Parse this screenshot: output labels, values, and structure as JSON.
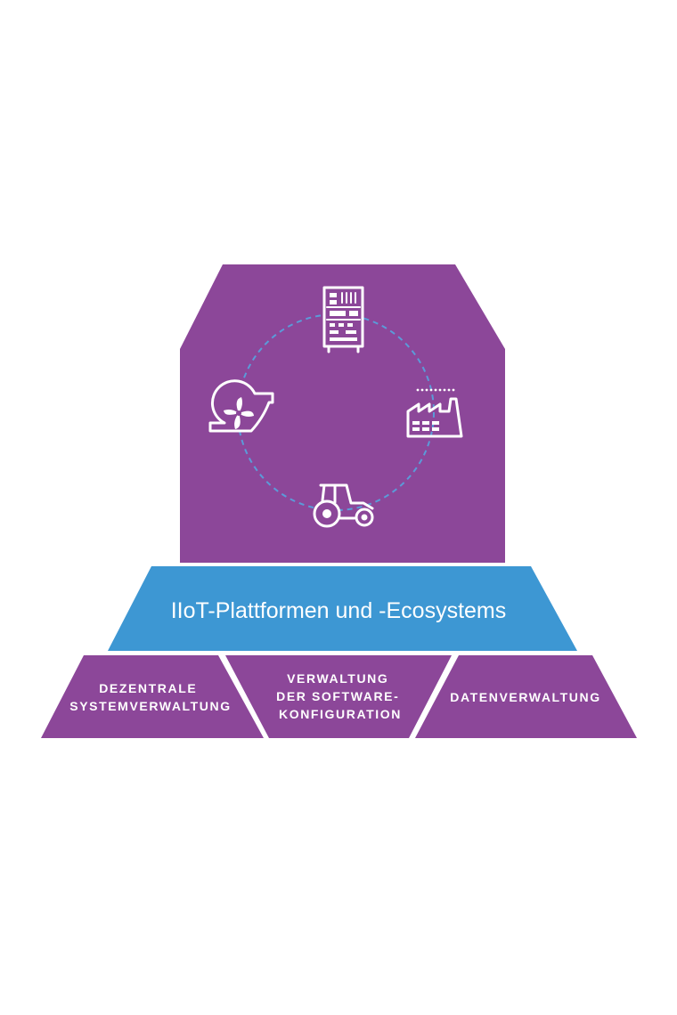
{
  "colors": {
    "purple": "#8c4799",
    "blue": "#3d97d3",
    "white": "#ffffff",
    "dashed_circle": "#5b9bd9"
  },
  "icons": {
    "top": "server-rack-icon",
    "right": "factory-icon",
    "bottom": "tractor-icon",
    "left": "turbine-icon"
  },
  "platform": {
    "label": "IIoT-Plattformen und -Ecosystems"
  },
  "pillars": [
    {
      "lines": [
        "DEZENTRALE",
        "SYSTEMVERWALTUNG"
      ]
    },
    {
      "lines": [
        "VERWALTUNG",
        "DER SOFTWARE-",
        "KONFIGURATION"
      ]
    },
    {
      "lines": [
        "DATENVERWALTUNG"
      ]
    }
  ]
}
